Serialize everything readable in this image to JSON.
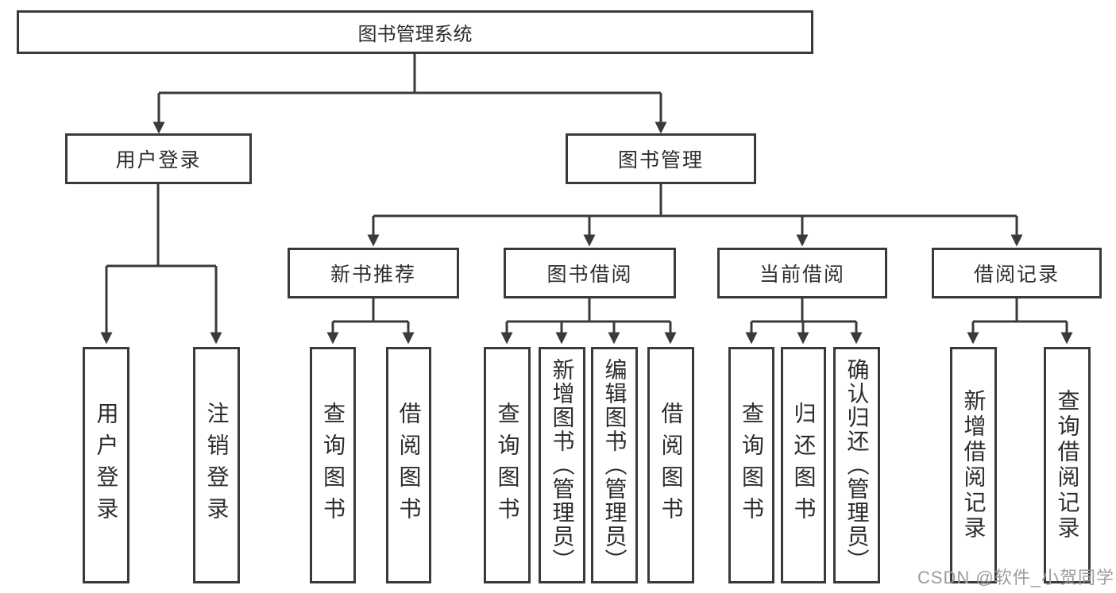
{
  "tree": {
    "root": {
      "label": "图书管理系统"
    },
    "branches": [
      {
        "label": "用户登录",
        "children": [
          {
            "label": "用户登录"
          },
          {
            "label": "注销登录"
          }
        ]
      },
      {
        "label": "图书管理",
        "children": [
          {
            "label": "新书推荐",
            "children": [
              {
                "label": "查询图书"
              },
              {
                "label": "借阅图书"
              }
            ]
          },
          {
            "label": "图书借阅",
            "children": [
              {
                "label": "查询图书"
              },
              {
                "label": "新增图书（管理员）"
              },
              {
                "label": "编辑图书（管理员）"
              },
              {
                "label": "借阅图书"
              }
            ]
          },
          {
            "label": "当前借阅",
            "children": [
              {
                "label": "查询图书"
              },
              {
                "label": "归还图书"
              },
              {
                "label": "确认归还（管理员）"
              }
            ]
          },
          {
            "label": "借阅记录",
            "children": [
              {
                "label": "新增借阅记录"
              },
              {
                "label": "查询借阅记录"
              }
            ]
          }
        ]
      }
    ]
  },
  "watermark": {
    "text": "CSDN @软件_小贺同学"
  },
  "colors": {
    "line": "#3a3a3a",
    "box_border": "#3a3a3a",
    "text": "#2d2d2d",
    "watermark": "#9c9c9c",
    "background": "#ffffff"
  }
}
